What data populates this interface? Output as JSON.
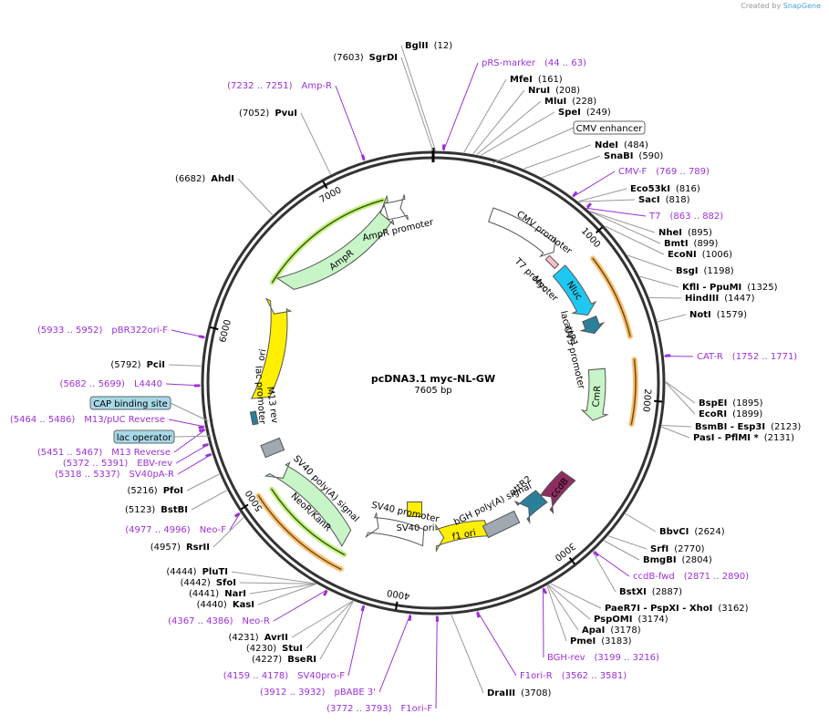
{
  "credit": {
    "created_by": "Created by",
    "app": "SnapGene"
  },
  "map": {
    "title": "pcDNA3.1 myc-NL-GW",
    "length_label": "7605 bp",
    "total_bp": 7605
  },
  "ticks": [
    {
      "bp": 1000,
      "label": "1000"
    },
    {
      "bp": 2000,
      "label": "2000"
    },
    {
      "bp": 3000,
      "label": "3000"
    },
    {
      "bp": 4000,
      "label": "4000"
    },
    {
      "bp": 5000,
      "label": "5000"
    },
    {
      "bp": 6000,
      "label": "6000"
    },
    {
      "bp": 7000,
      "label": "7000"
    }
  ],
  "enzymes": [
    {
      "name": "BglII",
      "pos": "(12)",
      "bp": 12
    },
    {
      "name": "SgrDI",
      "pos": "(7603)",
      "bp": 7603
    },
    {
      "name": "MfeI",
      "pos": "(161)",
      "bp": 161
    },
    {
      "name": "NruI",
      "pos": "(208)",
      "bp": 208
    },
    {
      "name": "MluI",
      "pos": "(228)",
      "bp": 228
    },
    {
      "name": "SpeI",
      "pos": "(249)",
      "bp": 249
    },
    {
      "name": "NdeI",
      "pos": "(484)",
      "bp": 484
    },
    {
      "name": "SnaBI",
      "pos": "(590)",
      "bp": 590
    },
    {
      "name": "Eco53kI",
      "pos": "(816)",
      "bp": 816
    },
    {
      "name": "SacI",
      "pos": "(818)",
      "bp": 818
    },
    {
      "name": "NheI",
      "pos": "(895)",
      "bp": 895
    },
    {
      "name": "BmtI",
      "pos": "(899)",
      "bp": 899
    },
    {
      "name": "EcoNI",
      "pos": "(1006)",
      "bp": 1006
    },
    {
      "name": "BsgI",
      "pos": "(1198)",
      "bp": 1198
    },
    {
      "name": "KflI - PpuMI",
      "pos": "(1325)",
      "bp": 1325
    },
    {
      "name": "HindIII",
      "pos": "(1447)",
      "bp": 1447
    },
    {
      "name": "NotI",
      "pos": "(1579)",
      "bp": 1579
    },
    {
      "name": "BspEI",
      "pos": "(1895)",
      "bp": 1895
    },
    {
      "name": "EcoRI",
      "pos": "(1899)",
      "bp": 1899
    },
    {
      "name": "BsmBI - Esp3I",
      "pos": "(2123)",
      "bp": 2123
    },
    {
      "name": "PasI - PflMI *",
      "pos": "(2131)",
      "bp": 2131
    },
    {
      "name": "BbvCI",
      "pos": "(2624)",
      "bp": 2624
    },
    {
      "name": "SrfI",
      "pos": "(2770)",
      "bp": 2770
    },
    {
      "name": "BmgBI",
      "pos": "(2804)",
      "bp": 2804
    },
    {
      "name": "BstXI",
      "pos": "(2887)",
      "bp": 2887
    },
    {
      "name": "PaeR7I - PspXI - XhoI",
      "pos": "(3162)",
      "bp": 3162
    },
    {
      "name": "PspOMI",
      "pos": "(3174)",
      "bp": 3174
    },
    {
      "name": "ApaI",
      "pos": "(3178)",
      "bp": 3178
    },
    {
      "name": "PmeI",
      "pos": "(3183)",
      "bp": 3183
    },
    {
      "name": "DraIII",
      "pos": "(3708)",
      "bp": 3708
    },
    {
      "name": "BseRI",
      "pos": "(4227)",
      "bp": 4227
    },
    {
      "name": "StuI",
      "pos": "(4230)",
      "bp": 4230
    },
    {
      "name": "AvrII",
      "pos": "(4231)",
      "bp": 4231
    },
    {
      "name": "KasI",
      "pos": "(4440)",
      "bp": 4440
    },
    {
      "name": "NarI",
      "pos": "(4441)",
      "bp": 4441
    },
    {
      "name": "SfoI",
      "pos": "(4442)",
      "bp": 4442
    },
    {
      "name": "PluTI",
      "pos": "(4444)",
      "bp": 4444
    },
    {
      "name": "RsrII",
      "pos": "(4957)",
      "bp": 4957
    },
    {
      "name": "BstBI",
      "pos": "(5123)",
      "bp": 5123
    },
    {
      "name": "PfoI",
      "pos": "(5216)",
      "bp": 5216
    },
    {
      "name": "PciI",
      "pos": "(5792)",
      "bp": 5792
    },
    {
      "name": "AhdI",
      "pos": "(6682)",
      "bp": 6682
    },
    {
      "name": "PvuI",
      "pos": "(7052)",
      "bp": 7052
    }
  ],
  "primers": [
    {
      "name": "pRS-marker",
      "range": "(44 .. 63)",
      "bp": 54
    },
    {
      "name": "Amp-R",
      "range": "(7232 .. 7251)",
      "bp": 7241
    },
    {
      "name": "CMV-F",
      "range": "(769 .. 789)",
      "bp": 779
    },
    {
      "name": "T7",
      "range": "(863 .. 882)",
      "bp": 872
    },
    {
      "name": "CAT-R",
      "range": "(1752 .. 1771)",
      "bp": 1761
    },
    {
      "name": "ccdB-fwd",
      "range": "(2871 .. 2890)",
      "bp": 2880
    },
    {
      "name": "BGH-rev",
      "range": "(3199 .. 3216)",
      "bp": 3207
    },
    {
      "name": "F1ori-R",
      "range": "(3562 .. 3581)",
      "bp": 3571
    },
    {
      "name": "F1ori-F",
      "range": "(3772 .. 3793)",
      "bp": 3782
    },
    {
      "name": "pBABE 3'",
      "range": "(3912 .. 3932)",
      "bp": 3922
    },
    {
      "name": "SV40pro-F",
      "range": "(4159 .. 4178)",
      "bp": 4168
    },
    {
      "name": "Neo-R",
      "range": "(4367 .. 4386)",
      "bp": 4376
    },
    {
      "name": "Neo-F",
      "range": "(4977 .. 4996)",
      "bp": 4986
    },
    {
      "name": "SV40pA-R",
      "range": "(5318 .. 5337)",
      "bp": 5327
    },
    {
      "name": "EBV-rev",
      "range": "(5372 .. 5391)",
      "bp": 5381
    },
    {
      "name": "M13 Reverse",
      "range": "(5451 .. 5467)",
      "bp": 5459
    },
    {
      "name": "M13/pUC Reverse",
      "range": "(5464 .. 5486)",
      "bp": 5475
    },
    {
      "name": "L4440",
      "range": "(5682 .. 5699)",
      "bp": 5690
    },
    {
      "name": "pBR322ori-F",
      "range": "(5933 .. 5952)",
      "bp": 5942
    }
  ],
  "boxed_features": [
    {
      "name": "CMV enhancer"
    },
    {
      "name": "CAP binding site"
    },
    {
      "name": "lac operator"
    }
  ],
  "features": [
    {
      "name": "CMV promoter",
      "color": "#ffffff"
    },
    {
      "name": "T7 promoter",
      "color": "#ffffff"
    },
    {
      "name": "Myc",
      "color": "#ffc0cb"
    },
    {
      "name": "Nluc",
      "color": "#1ec8f0"
    },
    {
      "name": "attR1",
      "color": "#2a7f9a"
    },
    {
      "name": "lac UV5 promoter",
      "color": "#ffffff"
    },
    {
      "name": "CmR",
      "color": "#c8f5c8"
    },
    {
      "name": "ccdB",
      "color": "#8e2d62"
    },
    {
      "name": "attR2",
      "color": "#2a7f9a"
    },
    {
      "name": "bGH poly(A) signal",
      "color": "#a0a8b0"
    },
    {
      "name": "f1 ori",
      "color": "#ffef00"
    },
    {
      "name": "SV40 ori",
      "color": "#ffef00"
    },
    {
      "name": "SV40 promoter",
      "color": "#ffffff"
    },
    {
      "name": "NeoR/KanR",
      "color": "#c8f5c8"
    },
    {
      "name": "SV40 poly(A) signal",
      "color": "#a0a8b0"
    },
    {
      "name": "M13 rev",
      "color": "#2a7f9a"
    },
    {
      "name": "lac promoter",
      "color": "#ffffff"
    },
    {
      "name": "ori",
      "color": "#ffef00"
    },
    {
      "name": "AmpR",
      "color": "#c8f5c8"
    },
    {
      "name": "AmpR promoter",
      "color": "#ffffff"
    }
  ],
  "colors": {
    "primer": "#9b30d9",
    "highlight": "#f0a830",
    "ring": "#333333"
  }
}
